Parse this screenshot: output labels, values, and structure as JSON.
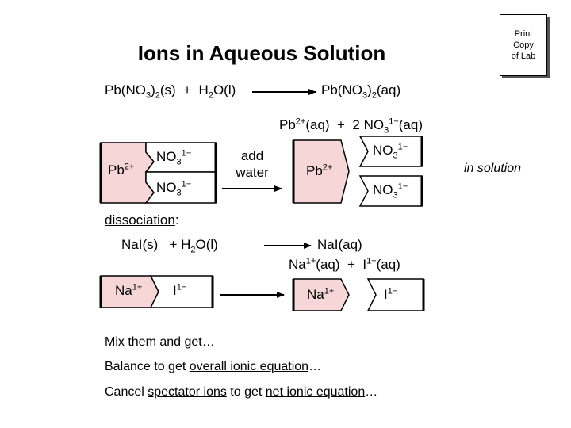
{
  "title": "Ions in Aqueous Solution",
  "print_button": {
    "line1": "Print",
    "line2": "Copy",
    "line3": "of Lab"
  },
  "colors": {
    "pb_fill": "#F6D6D6",
    "na_fill": "#F6D6D6",
    "anion_fill": "#FFFFFF",
    "stroke": "#000000"
  },
  "eq1": {
    "left": {
      "a": "Pb(NO",
      "s1": "3",
      "b": ")",
      "s2": "2",
      "c": "(s)  +  H",
      "s3": "2",
      "d": "O(l)"
    },
    "right": {
      "a": "Pb(NO",
      "s1": "3",
      "b": ")",
      "s2": "2",
      "c": "(aq)"
    }
  },
  "eq2": {
    "a": "Pb",
    "sup1": "2+",
    "b": "(aq)  +  2 NO",
    "sub1": "3",
    "sup2": "1−",
    "c": "(aq)"
  },
  "model1": {
    "cation": {
      "base": "Pb",
      "sup": "2+"
    },
    "anion_top": {
      "base": "NO",
      "sub": "3",
      "sup": "1−"
    },
    "anion_bottom": {
      "base": "NO",
      "sub": "3",
      "sup": "1−"
    },
    "arrow_label_1": "add",
    "arrow_label_2": "water",
    "free_cation": {
      "base": "Pb",
      "sup": "2+"
    },
    "free_anion_top": {
      "base": "NO",
      "sub": "3",
      "sup": "1−"
    },
    "free_anion_bottom": {
      "base": "NO",
      "sub": "3",
      "sup": "1−"
    },
    "note": "in solution"
  },
  "dissociation": {
    "label": "dissociation",
    "colon": ":",
    "left": {
      "a": "NaI(s)   + H",
      "s1": "2",
      "b": "O(l)"
    },
    "right": "NaI(aq)",
    "ions": {
      "a": "Na",
      "sup1": "1+",
      "b": "(aq)  +  I",
      "sup2": "1−",
      "c": "(aq)"
    }
  },
  "model2": {
    "cation": {
      "base": "Na",
      "sup": "1+"
    },
    "anion": {
      "base": "I",
      "sup": "1−"
    },
    "free_cation": {
      "base": "Na",
      "sup": "1+"
    },
    "free_anion": {
      "base": "I",
      "sup": "1−"
    }
  },
  "steps": {
    "line1": "Mix them and get…",
    "line2_a": "Balance to get ",
    "line2_u": "overall ionic equation",
    "line2_b": "…",
    "line3_a": "Cancel ",
    "line3_u1": "spectator ions",
    "line3_b": " to get ",
    "line3_u2": "net ionic equation",
    "line3_c": "…"
  }
}
